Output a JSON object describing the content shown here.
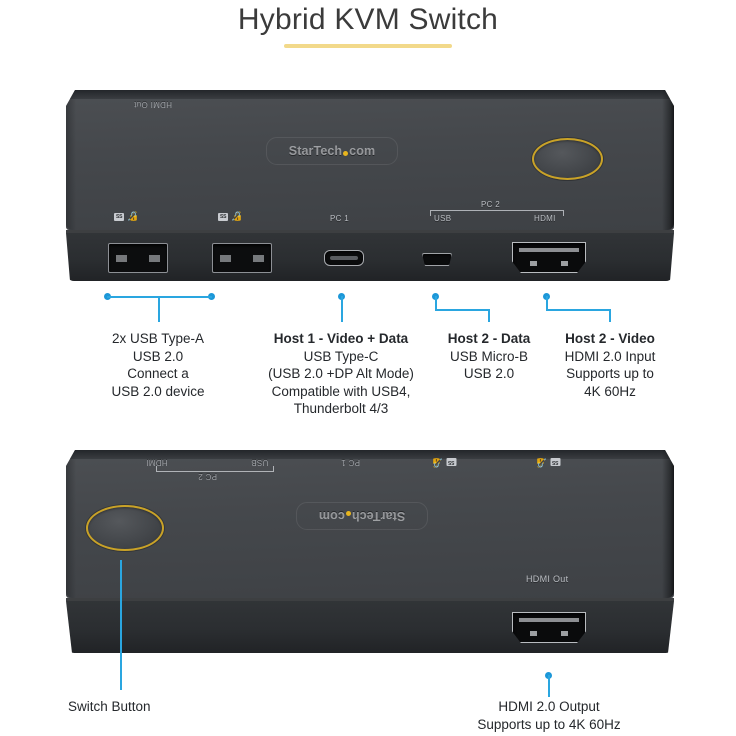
{
  "page": {
    "title": "Hybrid KVM Switch"
  },
  "device_front": {
    "brand": "StarTech.com",
    "brand_dot_color": "#e8b51e",
    "button_ring_color": "#c9a227",
    "rear_label": "HDMI Out",
    "silk_labels": {
      "pc1": "PC 1",
      "pc2": "PC 2",
      "usb": "USB",
      "hdmi": "HDMI",
      "usb_icon_a": "SS",
      "usb_icon_b": "SS"
    },
    "ports": [
      {
        "name": "usb-a-port-1",
        "type": "USB Type-A"
      },
      {
        "name": "usb-a-port-2",
        "type": "USB Type-A"
      },
      {
        "name": "usb-c-port",
        "type": "USB Type-C"
      },
      {
        "name": "usb-micro-b-port",
        "type": "USB Micro-B"
      },
      {
        "name": "hdmi-in-port",
        "type": "HDMI"
      }
    ]
  },
  "device_rear": {
    "brand": "StarTech.com",
    "button_ring_color": "#c9a227",
    "hdmi_out_label": "HDMI Out",
    "silk_labels": {
      "hdmi": "HDMI",
      "usb": "USB",
      "pc1": "PC 1",
      "pc2": "PC 2"
    }
  },
  "callouts": {
    "accent_color": "#2aa6e0",
    "top": [
      {
        "name": "usb-type-a",
        "heading": "2x USB Type-A",
        "lines": [
          "USB 2.0",
          "Connect a",
          "USB 2.0 device"
        ],
        "heading_bold": false
      },
      {
        "name": "host-1",
        "heading": "Host 1 - Video + Data",
        "lines": [
          "USB Type-C",
          "(USB 2.0 +DP Alt Mode)",
          "Compatible with USB4,",
          "Thunderbolt 4/3"
        ],
        "heading_bold": true
      },
      {
        "name": "host-2-data",
        "heading": "Host 2 - Data",
        "lines": [
          "USB Micro-B",
          "USB 2.0"
        ],
        "heading_bold": true
      },
      {
        "name": "host-2-video",
        "heading": "Host 2 - Video",
        "lines": [
          "HDMI 2.0 Input",
          "Supports up to",
          "4K 60Hz"
        ],
        "heading_bold": true
      }
    ],
    "bottom": [
      {
        "name": "switch-button",
        "heading": "Switch Button",
        "lines": [],
        "heading_bold": false
      },
      {
        "name": "hdmi-output",
        "heading": "HDMI 2.0 Output",
        "lines": [
          "Supports up to 4K 60Hz"
        ],
        "heading_bold": false
      }
    ]
  }
}
